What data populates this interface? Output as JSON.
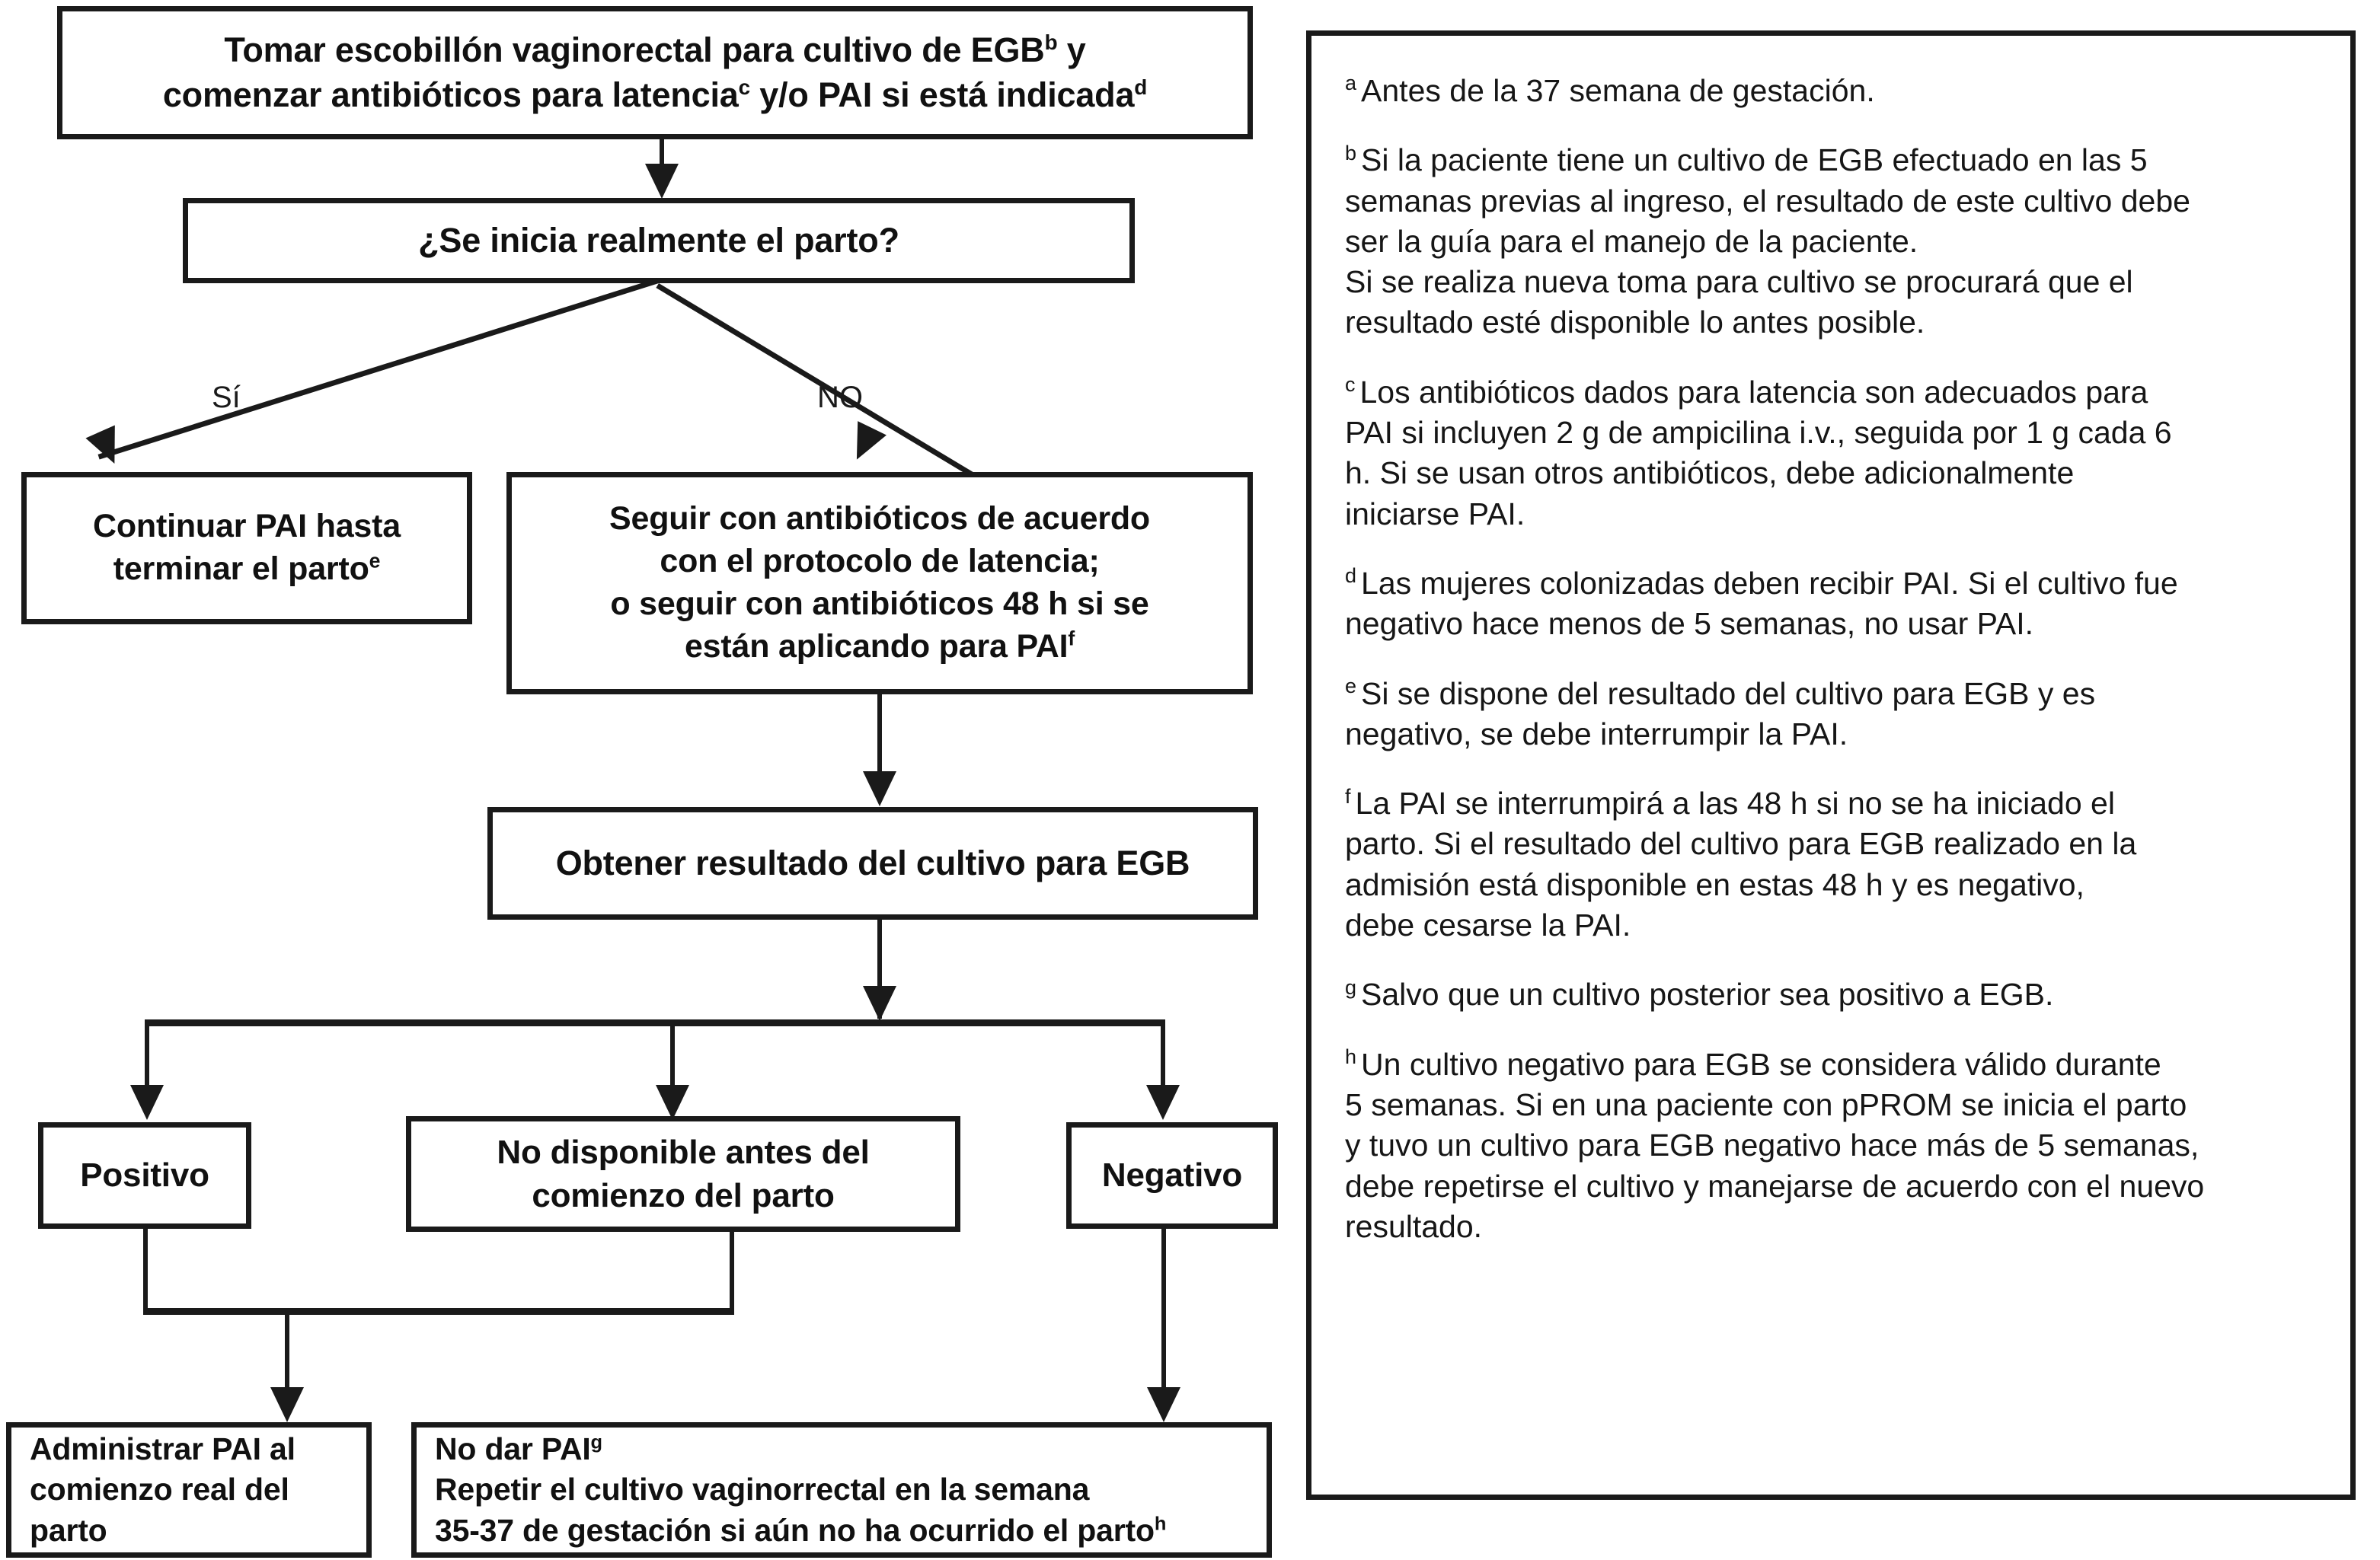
{
  "flowchart": {
    "nodes": {
      "swab": {
        "line1": "Tomar escobillón vaginorectal para cultivo de EGB",
        "sup1": "b",
        "line1b": " y",
        "line2": "comenzar antibióticos para latencia",
        "sup2": "c",
        "line2b": " y/o PAI si está indicada",
        "sup3": "d"
      },
      "decision": {
        "text": "¿Se inicia realmente el parto?"
      },
      "continue_pai": {
        "line1": "Continuar PAI hasta",
        "line2": "terminar el parto",
        "sup": "e"
      },
      "continue_abx": {
        "line1": "Seguir con antibióticos de acuerdo",
        "line2": "con el protocolo de latencia;",
        "line3": "o seguir con antibióticos 48 h si se",
        "line4": "están aplicando para PAI",
        "sup": "f"
      },
      "obtain_culture": {
        "text": "Obtener resultado del cultivo para EGB"
      },
      "positive": {
        "text": "Positivo"
      },
      "not_available": {
        "line1": "No disponible antes del",
        "line2": "comienzo del parto"
      },
      "negative": {
        "text": "Negativo"
      },
      "give_pai": {
        "line1": "Administrar PAI al",
        "line2": "comienzo real del",
        "line3": "parto"
      },
      "no_pai": {
        "line1": "No dar PAI",
        "sup1": "g",
        "line2": "Repetir el cultivo vaginorrectal en la semana",
        "line3": "35-37 de gestación si aún no ha ocurrido el parto",
        "sup2": "h"
      }
    },
    "edge_labels": {
      "yes": "Sí",
      "no": "NO"
    }
  },
  "notes": [
    {
      "mark": "a",
      "lines": [
        "Antes de la 37 semana de gestación."
      ]
    },
    {
      "mark": "b",
      "lines": [
        "Si la paciente tiene un cultivo de EGB efectuado en las 5",
        "semanas previas al ingreso, el resultado de este cultivo debe",
        "ser la guía para el manejo de la paciente.",
        "Si se realiza nueva toma para cultivo se procurará que el",
        "resultado esté disponible lo antes posible."
      ]
    },
    {
      "mark": "c",
      "lines": [
        "Los antibióticos dados para latencia son adecuados para",
        "PAI si incluyen 2 g de ampicilina i.v., seguida por 1 g cada 6",
        "h. Si se usan otros antibióticos, debe adicionalmente",
        "iniciarse PAI."
      ]
    },
    {
      "mark": "d",
      "lines": [
        "Las mujeres colonizadas deben recibir PAI. Si el cultivo fue",
        "negativo hace menos de 5 semanas, no usar PAI."
      ]
    },
    {
      "mark": "e",
      "lines": [
        "Si se dispone del resultado del cultivo para EGB y es",
        "negativo, se debe interrumpir la PAI."
      ]
    },
    {
      "mark": "f",
      "lines": [
        "La PAI se interrumpirá a las 48 h si no se ha iniciado el",
        "parto. Si el resultado del cultivo para EGB realizado en la",
        "admisión está disponible en estas 48 h y es negativo,",
        "debe cesarse la PAI."
      ]
    },
    {
      "mark": "g",
      "lines": [
        "Salvo que un cultivo posterior sea positivo a EGB."
      ]
    },
    {
      "mark": "h",
      "lines": [
        "Un cultivo negativo para EGB se considera válido durante",
        "5 semanas. Si en una paciente con pPROM se inicia el parto",
        "y tuvo un cultivo para EGB negativo hace más de 5 semanas,",
        "debe repetirse el cultivo y manejarse de acuerdo con el nuevo",
        "resultado."
      ]
    }
  ],
  "colors": {
    "stroke": "#1a1a1a",
    "background": "#ffffff",
    "text": "#111111"
  }
}
